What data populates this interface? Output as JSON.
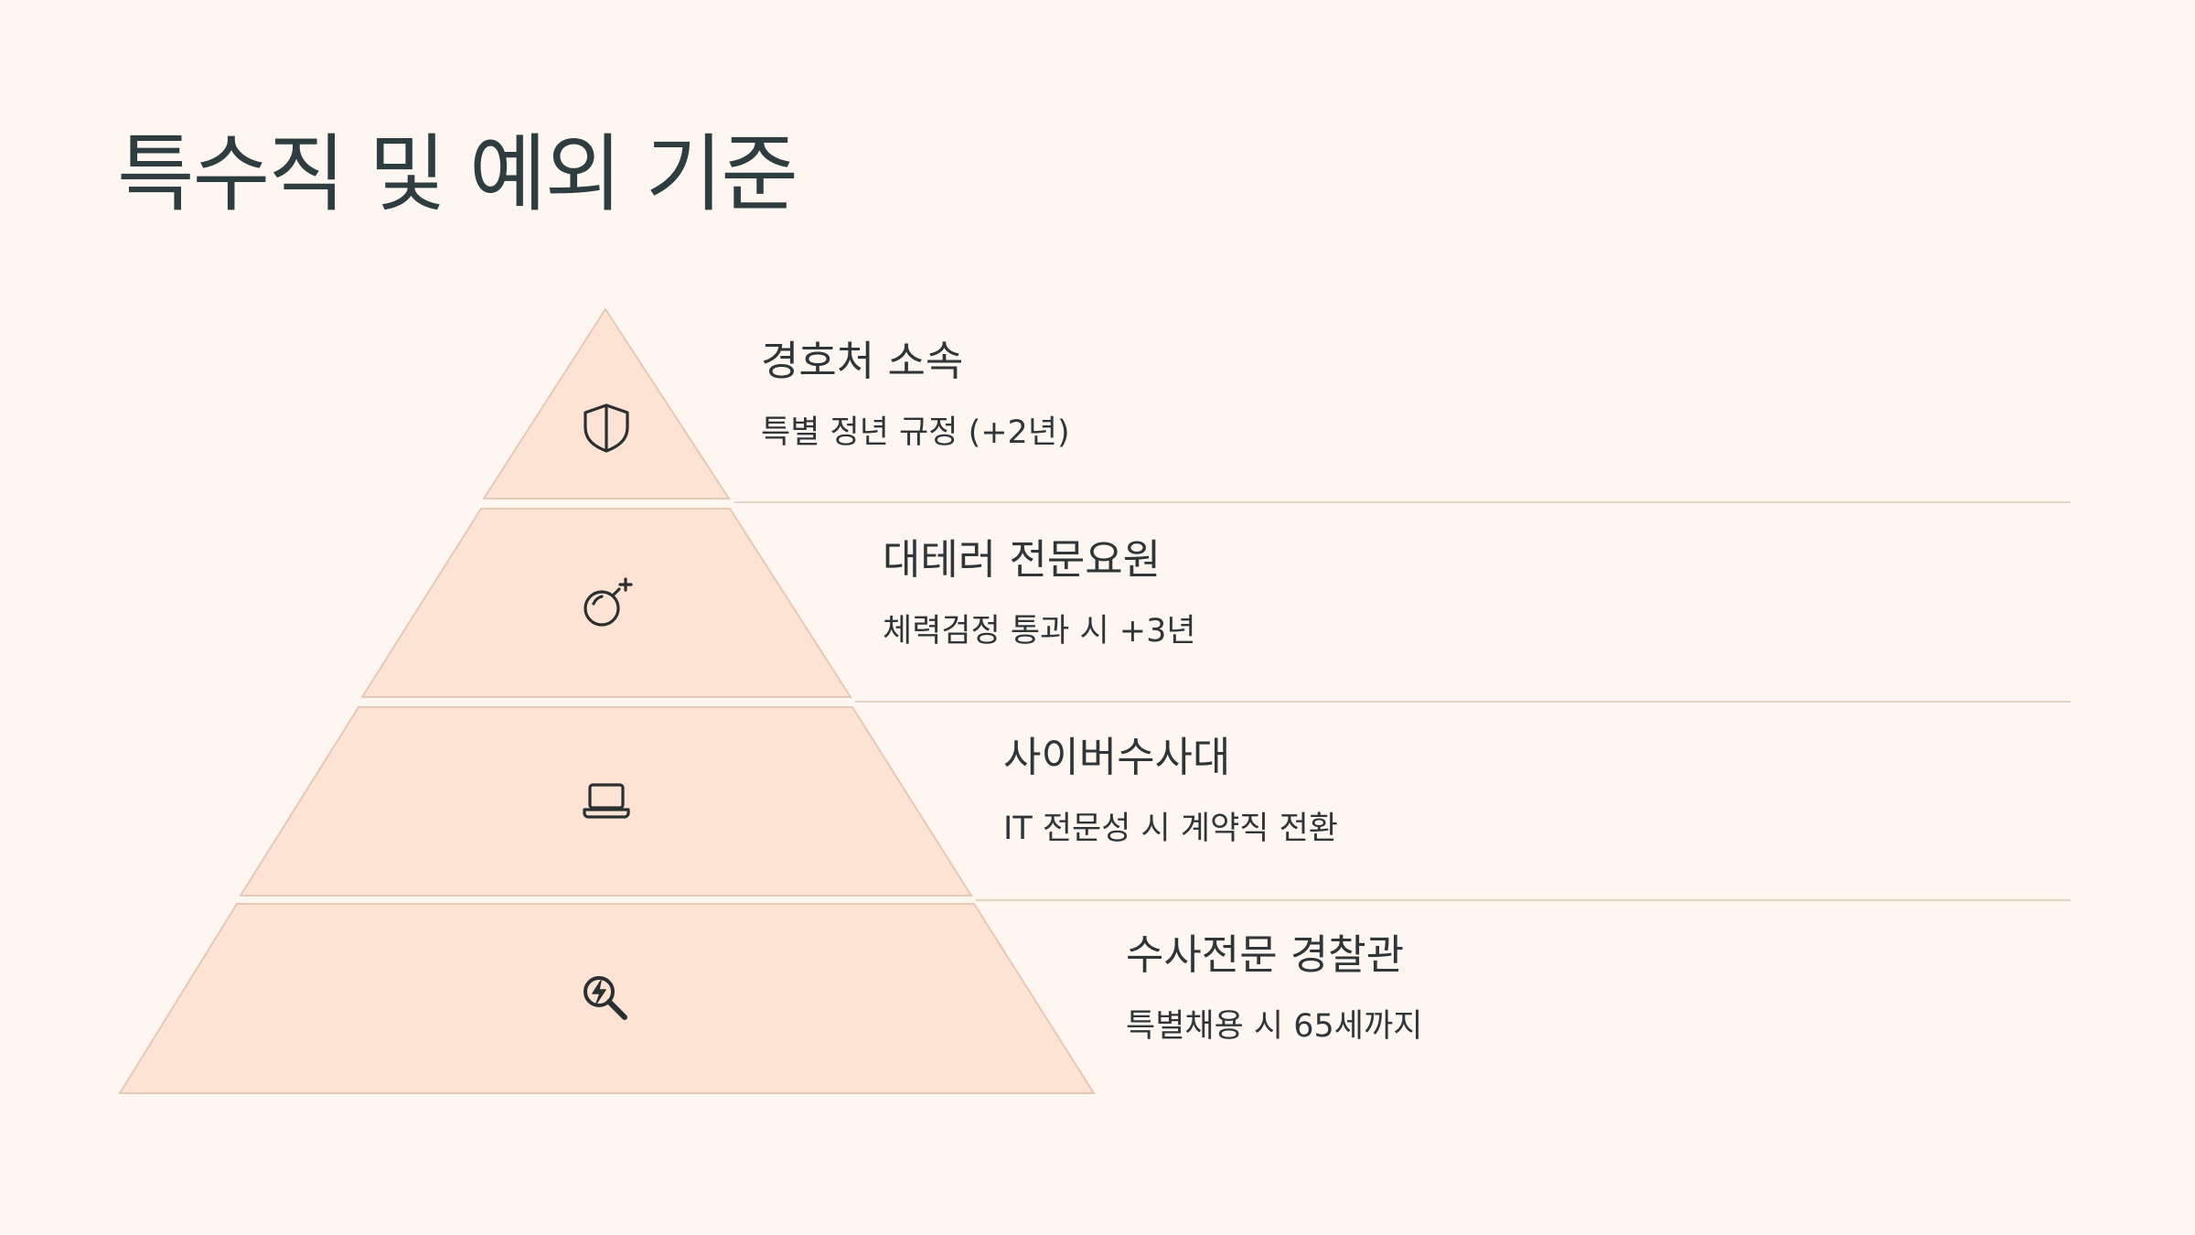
{
  "title": "특수직 및 예외 기준",
  "colors": {
    "background": "#FEF7F1",
    "tier_fill": "#FDE3D3",
    "tier_stroke": "#E5C9B5",
    "divider": "#E3D3C4",
    "icon": "#2B2F30"
  },
  "tiers": [
    {
      "title": "경호처 소속",
      "desc": "특별 정년 규정 (+2년)",
      "icon": "shield-icon"
    },
    {
      "title": "대테러 전문요원",
      "desc": "체력검정 통과 시 +3년",
      "icon": "bomb-icon"
    },
    {
      "title": "사이버수사대",
      "desc": "IT 전문성 시 계약직 전환",
      "icon": "laptop-icon"
    },
    {
      "title": "수사전문 경찰관",
      "desc": "특별채용 시 65세까지",
      "icon": "search-bolt-icon"
    }
  ]
}
